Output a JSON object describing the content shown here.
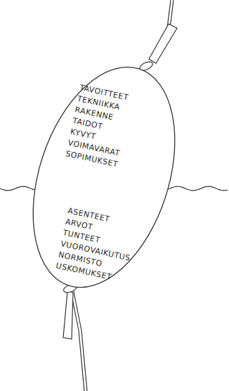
{
  "diagram": {
    "nodes": [
      {
        "text": [
          "TAVOITTEET",
          "TEKNIIKKA",
          "RAKENNE",
          "TAIDOT",
          "KYVYT",
          "VOIMAVARAT",
          "SOPIMUKSET",
          "ASENTEET",
          "ARVOT",
          "TUNTEET",
          "VUOROVAIKUTUS",
          "NORMISTO",
          "USKOMUKSET"
        ]
      }
    ]
  }
}
